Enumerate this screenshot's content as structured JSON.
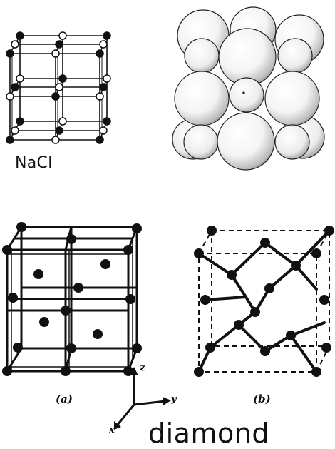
{
  "labels": {
    "nacl": "NaCl",
    "diamond": "diamond",
    "panel_a": "(a)",
    "panel_b": "(b)"
  },
  "axes": {
    "z": "z",
    "y": "y",
    "x": "x"
  },
  "colors": {
    "ink": "#111111",
    "background": "#ffffff",
    "sphere_shade": "#555555"
  }
}
